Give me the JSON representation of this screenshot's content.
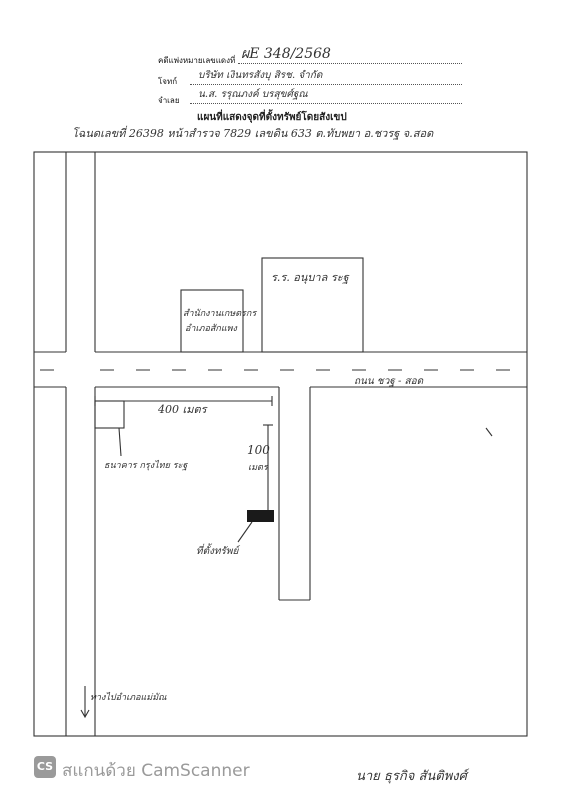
{
  "header": {
    "case_label": "คดีแพ่งหมายเลขแดงที่",
    "case_value": "ผE 348/2568",
    "plaintiff_label": "โจทก์",
    "plaintiff_value": "บริษัท เงินทรสังบุ สิรช. จํากัด",
    "defendant_label": "จำเลย",
    "defendant_value": "น.ส. รรุณภงค์ บรสุขศ์ฐณ",
    "map_title": "แผนที่แสดงจุดที่ตั้งทรัพย์โดยสังเขป",
    "deed_line": "โฉนดเลขที่ 26398 หน้าสำรวจ 7829 เลขดิน 633 ต.ทับพยา อ.ชวรฐ จ.สอด"
  },
  "map": {
    "school_label": "ร.ร. อนุบาล ระฐ",
    "office_label_1": "สำนักงานเกษตรกร",
    "office_label_2": "อำเภอสักแพง",
    "road_label": "ถนน ชวฐ - สอด",
    "distance_label": "400 เมตร",
    "distance2_num": "100",
    "distance2_unit": "เมตร",
    "bank_label": "ธนาคาร กรุงไทย ระฐ",
    "property_label": "ที่ตั้งทรัพย์",
    "bottom_label": "ทางไปอำเภอแม่มัณ"
  },
  "footer": {
    "signature": "นาย ธุรกิจ สันติพงศ์",
    "cs_icon": "CS",
    "scanner_text": "สแกนด้วย CamScanner"
  }
}
